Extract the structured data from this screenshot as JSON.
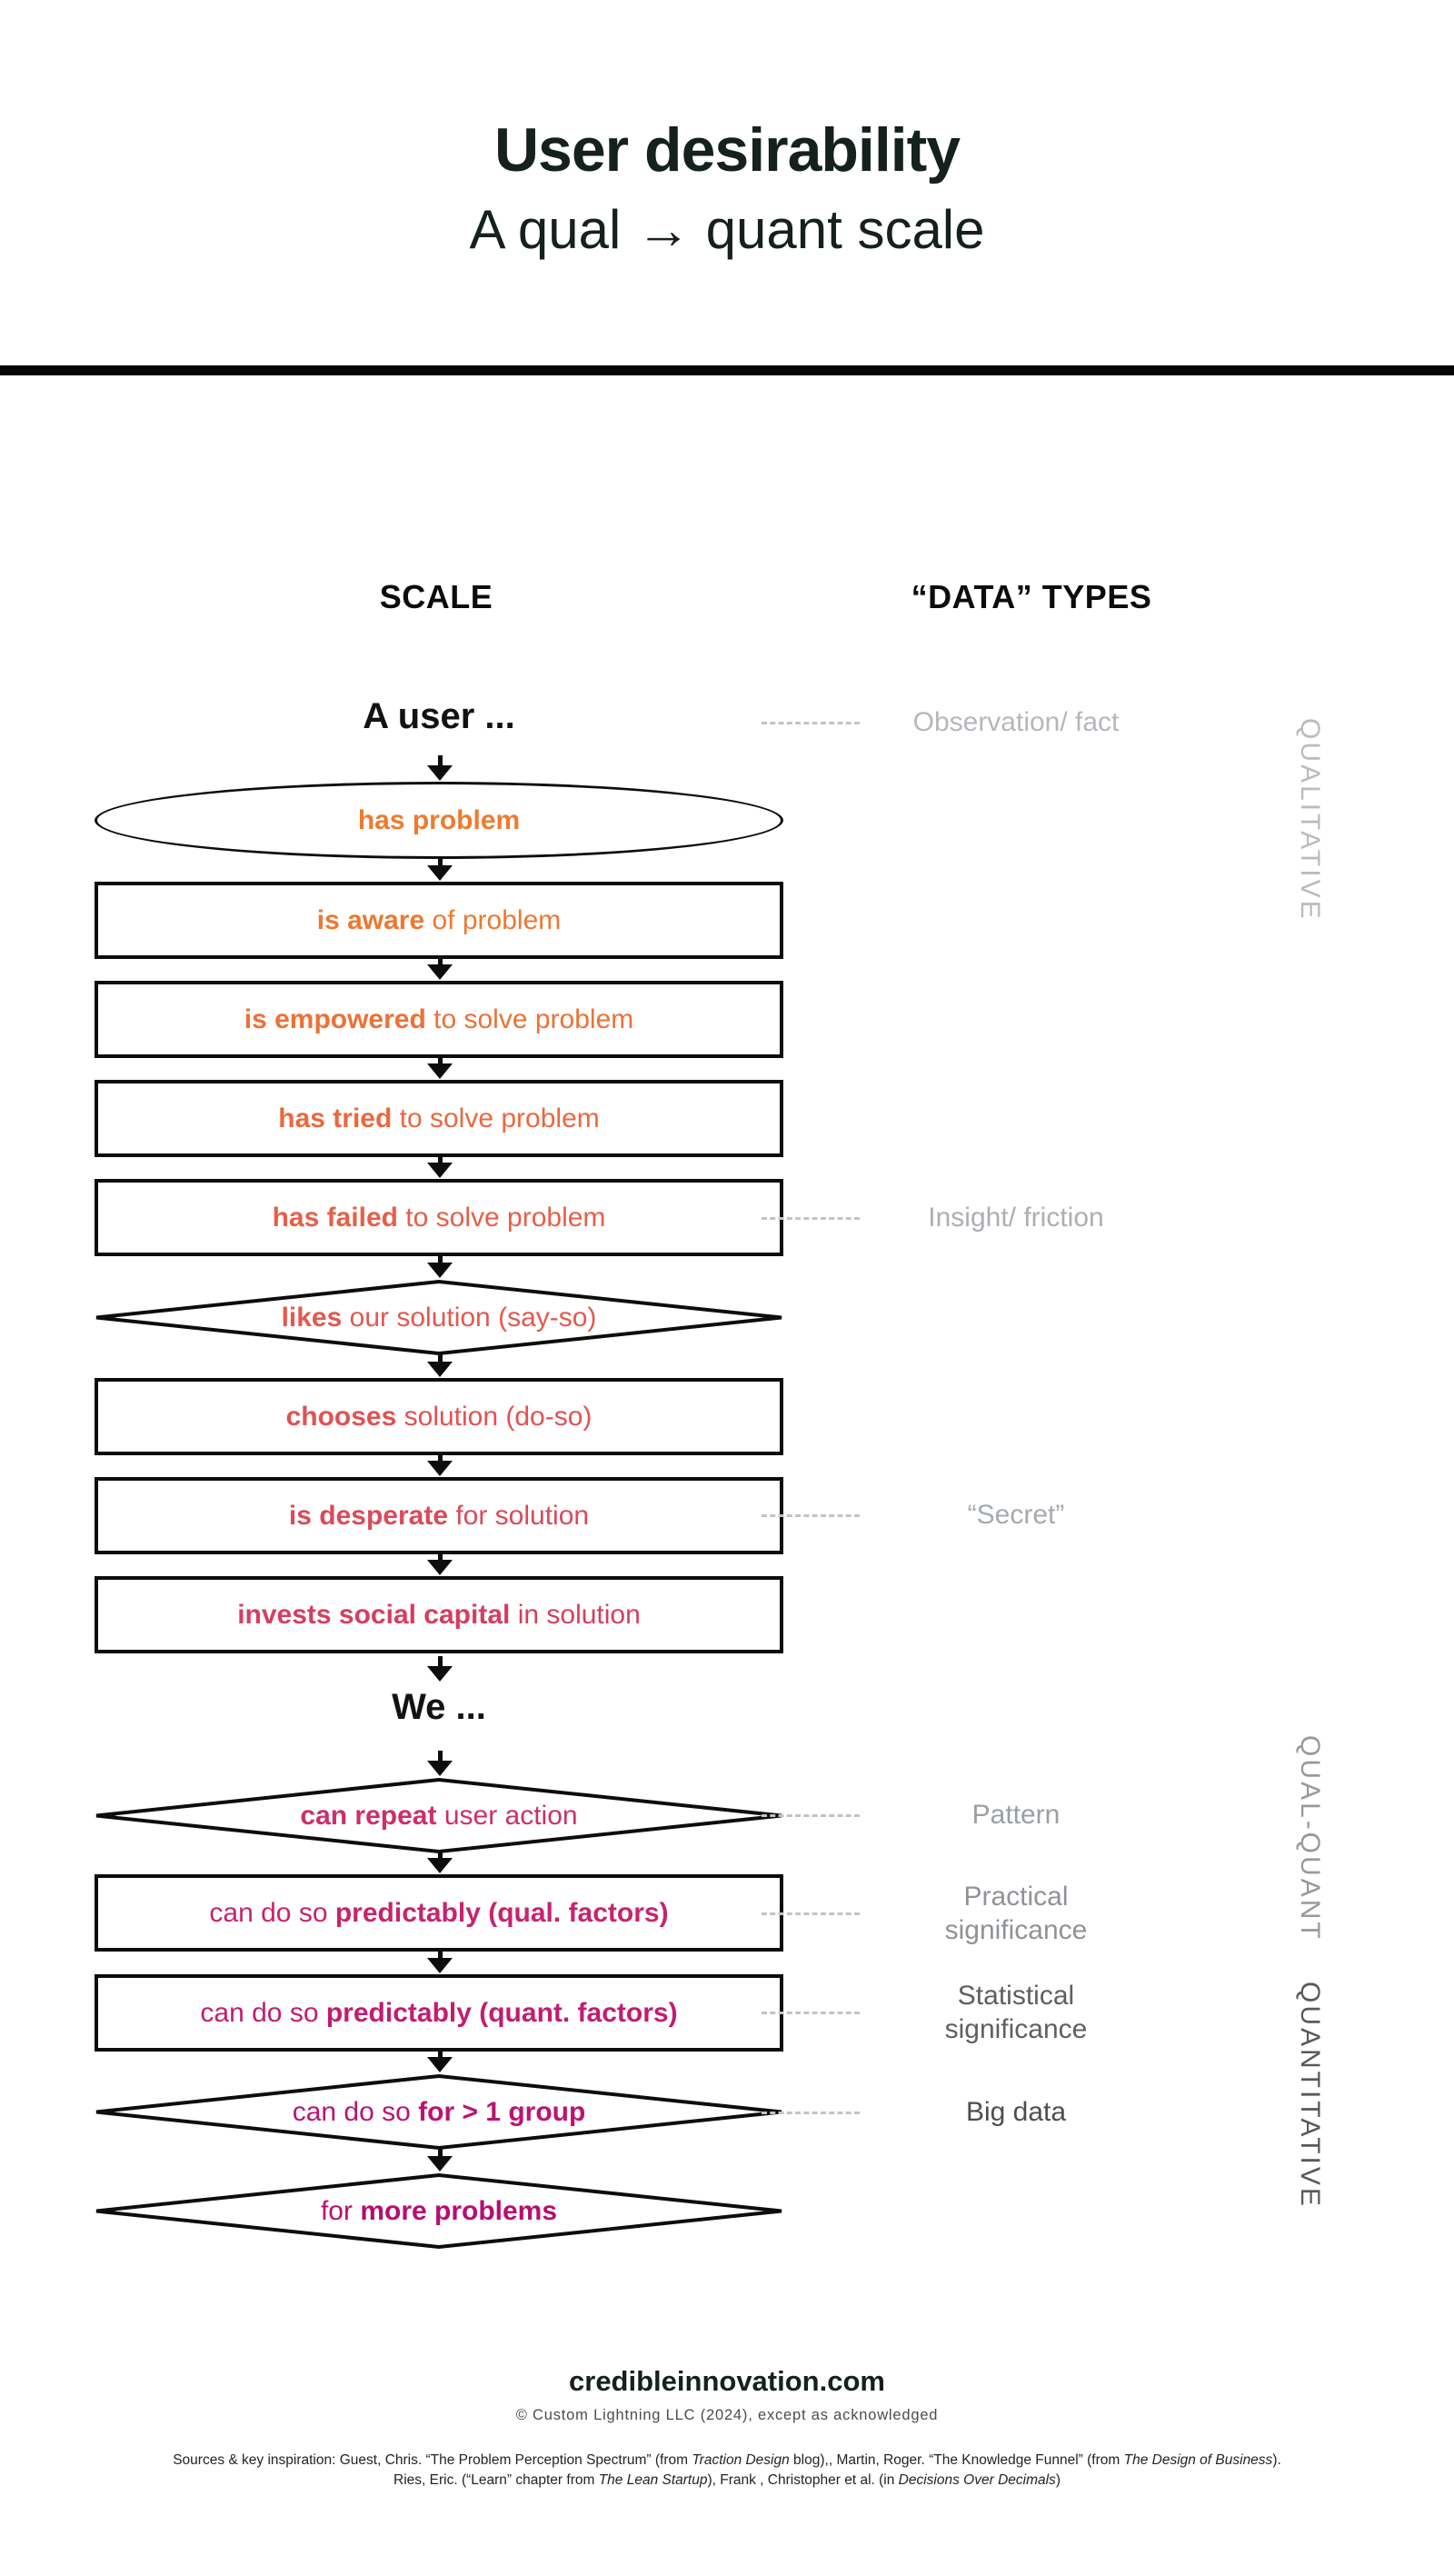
{
  "title": {
    "line1": "User desirability",
    "line2": "A qual → quant scale"
  },
  "headers": {
    "scale": "SCALE",
    "data_types": "“DATA” TYPES"
  },
  "flow": {
    "intro": "A user ...",
    "mid": "We ...",
    "steps": [
      {
        "shape": "ellipse",
        "color": "#ED7B2F",
        "pre": "",
        "bold": "has problem",
        "post": ""
      },
      {
        "shape": "rect",
        "color": "#ED7830",
        "pre": "",
        "bold": "is aware",
        "post": " of problem"
      },
      {
        "shape": "rect",
        "color": "#EC7136",
        "pre": "",
        "bold": "is empowered",
        "post": " to solve problem"
      },
      {
        "shape": "rect",
        "color": "#EA683F",
        "pre": "",
        "bold": "has tried",
        "post": " to solve problem"
      },
      {
        "shape": "rect",
        "color": "#E75F48",
        "pre": "",
        "bold": "has failed",
        "post": " to solve problem"
      },
      {
        "shape": "diamond",
        "color": "#E3584E",
        "pre": "",
        "bold": "likes",
        "post": " our solution (say-so)"
      },
      {
        "shape": "rect",
        "color": "#E05253",
        "pre": "",
        "bold": "chooses",
        "post": " solution (do-so)"
      },
      {
        "shape": "rect",
        "color": "#DC4959",
        "pre": "",
        "bold": "is desperate",
        "post": " for solution"
      },
      {
        "shape": "rect",
        "color": "#D53E60",
        "pre": "",
        "bold": "invests social capital",
        "post": " in solution"
      },
      {
        "shape": "diamond",
        "color": "#CD2F68",
        "pre": "",
        "bold": "can repeat",
        "post": " user action"
      },
      {
        "shape": "rect",
        "color": "#C6246D",
        "pre": "can do so ",
        "bold": "predictably (qual. factors)",
        "post": ""
      },
      {
        "shape": "rect",
        "color": "#C21C70",
        "pre": "can do so ",
        "bold": "predictably (quant. factors)",
        "post": ""
      },
      {
        "shape": "diamond",
        "color": "#BC1372",
        "pre": "can do so ",
        "bold": "for > 1 group",
        "post": ""
      },
      {
        "shape": "diamond",
        "color": "#B60D72",
        "pre": "for ",
        "bold": "more problems",
        "post": ""
      }
    ]
  },
  "data_types": {
    "labels": [
      {
        "text": "Observation/ fact",
        "color": "#b4b8bc"
      },
      {
        "text": "Insight/ friction",
        "color": "#abafb3"
      },
      {
        "text": "“Secret”",
        "color": "#a6abaf"
      },
      {
        "text": "Pattern",
        "color": "#9b9fa3"
      },
      {
        "text": "Practical significance",
        "color": "#8f9397"
      },
      {
        "text": "Statistical significance",
        "color": "#5d6063"
      },
      {
        "text": "Big data",
        "color": "#4b4e51"
      }
    ]
  },
  "side_labels": [
    {
      "text": "QUALITATIVE",
      "color": "#b8bcbf"
    },
    {
      "text": "QUAL-QUANT",
      "color": "#97999b"
    },
    {
      "text": "QUANTITATIVE",
      "color": "#58595b"
    }
  ],
  "footer": {
    "site": "credibleinnovation.com",
    "copyright": "© Custom Lightning LLC (2024), except as acknowledged",
    "sources_segments": [
      {
        "t": "Sources & key inspiration: Guest, Chris. “The Problem Perception Spectrum” (from ",
        "i": false
      },
      {
        "t": "Traction Design",
        "i": true
      },
      {
        "t": " blog),, Martin, Roger. “The Knowledge Funnel” (from ",
        "i": false
      },
      {
        "t": "The Design of Business",
        "i": true
      },
      {
        "t": "). Ries, Eric. (“Learn” chapter from ",
        "i": false
      },
      {
        "t": "The Lean Startup",
        "i": true
      },
      {
        "t": "), Frank , Christopher et al. (in ",
        "i": false
      },
      {
        "t": "Decisions Over Decimals",
        "i": true
      },
      {
        "t": ")",
        "i": false
      }
    ]
  }
}
